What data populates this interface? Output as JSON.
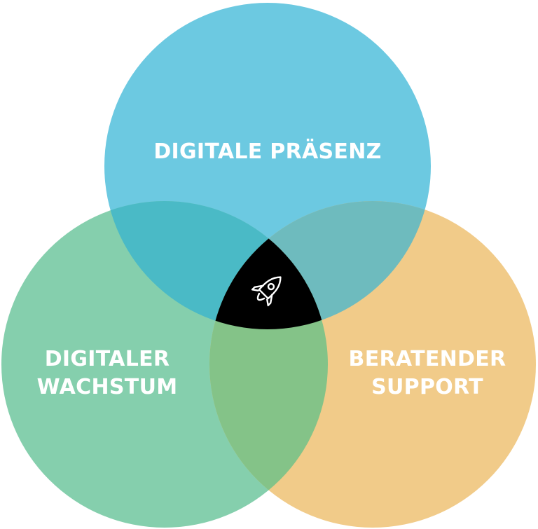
{
  "diagram": {
    "circles": [
      {
        "id": "top",
        "label_lines": [
          "DIGITALE PRÄSENZ"
        ],
        "color": "#6CC9E1"
      },
      {
        "id": "left",
        "label_lines": [
          "DIGITALER",
          "WACHSTUM"
        ],
        "color": "#85CFAD"
      },
      {
        "id": "right",
        "label_lines": [
          "BERATENDER",
          "SUPPORT"
        ],
        "color": "#F1CB89"
      }
    ],
    "overlap_colors": {
      "top_left": "#4ABAC6",
      "top_right": "#6EBBBE",
      "left_right": "#84C388",
      "center": "#000000"
    },
    "center_icon": "rocket-icon"
  }
}
